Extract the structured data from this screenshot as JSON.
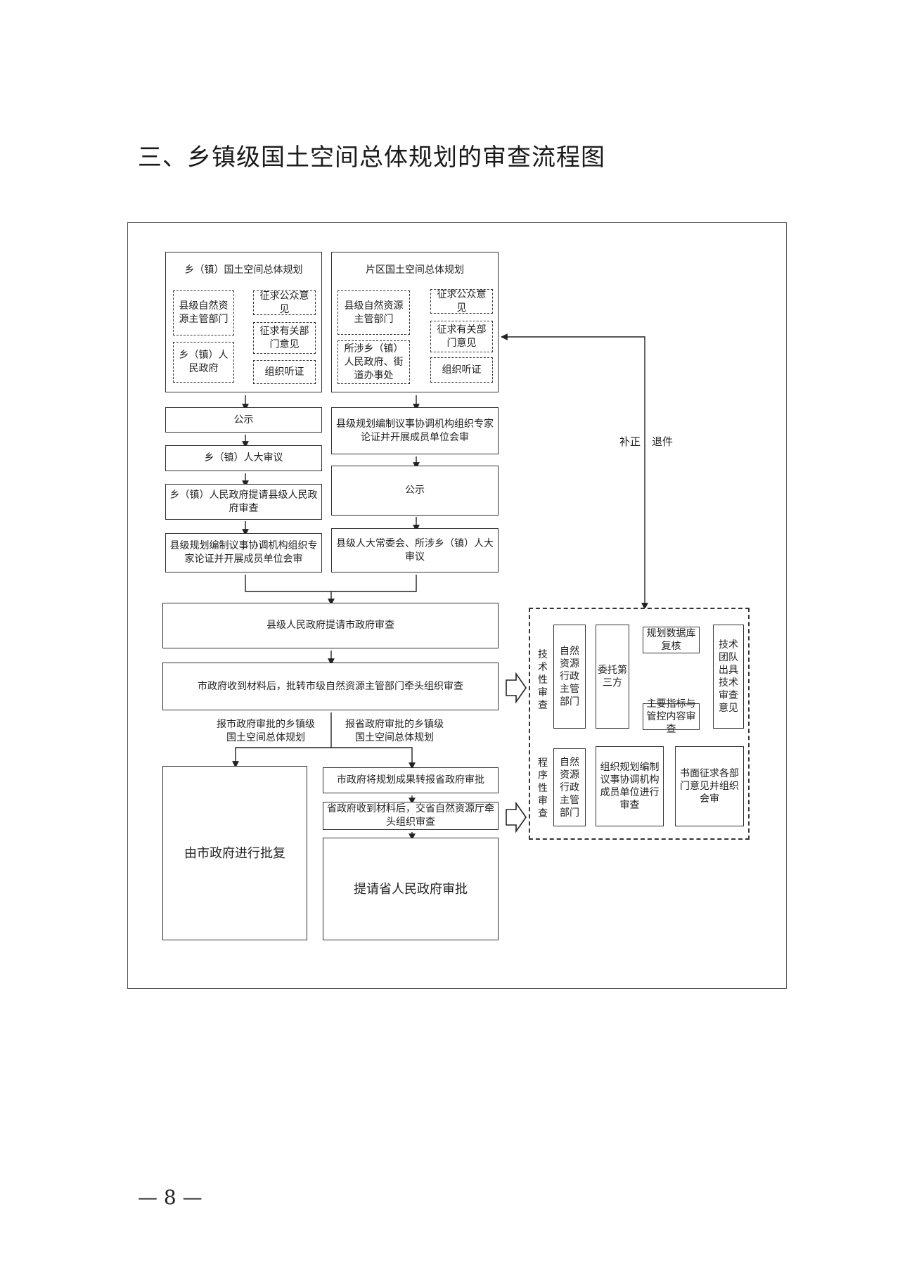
{
  "heading": "三、乡镇级国土空间总体规划的审查流程图",
  "page_number": "— 8 —",
  "left_col": {
    "title": "乡（镇）国土空间总体规划",
    "dept": "县级自然资源主管部门",
    "gov": "乡（镇）人民政府",
    "opinion_public": "征求公众意见",
    "opinion_depts": "征求有关部门意见",
    "hearing": "组织听证",
    "publicity": "公示",
    "npc_review": "乡（镇）人大审议",
    "submit_county": "乡（镇）人民政府提请县级人民政府审查",
    "expert_review": "县级规划编制议事协调机构组织专家论证并开展成员单位会审"
  },
  "right_col": {
    "title": "片区国土空间总体规划",
    "dept": "县级自然资源主管部门",
    "gov": "所涉乡（镇）人民政府、街道办事处",
    "opinion_public": "征求公众意见",
    "opinion_depts": "征求有关部门意见",
    "hearing": "组织听证",
    "expert_review": "县级规划编制议事协调机构组织专家论证并开展成员单位会审",
    "publicity": "公示",
    "npc_review": "县级人大常委会、所涉乡（镇）人大审议"
  },
  "flow": {
    "county_submit_city": "县级人民政府提请市政府审查",
    "city_receive": "市政府收到材料后，批转市级自然资源主管部门牵头组织审查",
    "branch_city": "报市政府审批的乡镇级国土空间总体规划",
    "branch_province": "报省政府审批的乡镇级国土空间总体规划",
    "city_approve": "由市政府进行批复",
    "city_forward": "市政府将规划成果转报省政府审批",
    "province_receive": "省政府收到材料后，交省自然资源厅牵头组织审查",
    "province_approve": "提请省人民政府审批"
  },
  "feedback": {
    "correct": "补正",
    "return": "退件"
  },
  "review": {
    "tech_label": "技术性审查",
    "tech_dept": "自然资源行政主管部门",
    "entrust": "委托第三方",
    "db_check": "规划数据库复核",
    "index_check": "主要指标与管控内容审查",
    "tech_opinion": "技术团队出具技术审查意见",
    "proc_label": "程序性审查",
    "proc_dept": "自然资源行政主管部门",
    "proc_org": "组织规划编制议事协调机构成员单位进行审查",
    "proc_written": "书面征求各部门意见并组织会审"
  }
}
